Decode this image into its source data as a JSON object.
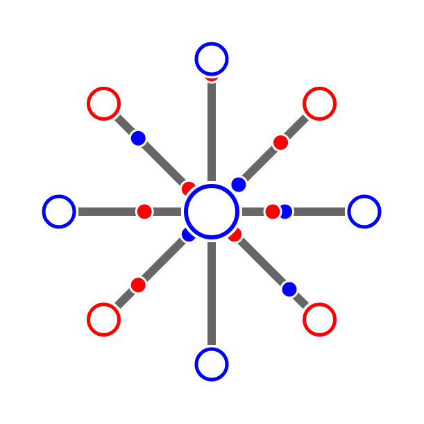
{
  "colors": {
    "edge": "#666666",
    "red": "#ff0000",
    "blue": "#0000ff",
    "background": "#ffffff"
  },
  "hub": {
    "color": "blue"
  },
  "arms": [
    {
      "direction": "N",
      "node_color": "blue",
      "dots": [
        {
          "color": "red",
          "t": 0.9
        }
      ]
    },
    {
      "direction": "NE",
      "node_color": "red",
      "dots": [
        {
          "color": "blue",
          "t": 0.25
        },
        {
          "color": "red",
          "t": 0.64
        }
      ]
    },
    {
      "direction": "E",
      "node_color": "blue",
      "dots": [
        {
          "color": "blue",
          "t": 0.48
        },
        {
          "color": "red",
          "t": 0.4
        }
      ]
    },
    {
      "direction": "SE",
      "node_color": "red",
      "dots": [
        {
          "color": "red",
          "t": 0.21
        },
        {
          "color": "blue",
          "t": 0.72
        }
      ]
    },
    {
      "direction": "S",
      "node_color": "blue",
      "dots": []
    },
    {
      "direction": "SW",
      "node_color": "red",
      "dots": [
        {
          "color": "blue",
          "t": 0.21
        },
        {
          "color": "red",
          "t": 0.68
        }
      ]
    },
    {
      "direction": "W",
      "node_color": "blue",
      "dots": [
        {
          "color": "red",
          "t": 0.44
        }
      ]
    },
    {
      "direction": "NW",
      "node_color": "red",
      "dots": [
        {
          "color": "red",
          "t": 0.21
        },
        {
          "color": "blue",
          "t": 0.68
        }
      ]
    }
  ]
}
